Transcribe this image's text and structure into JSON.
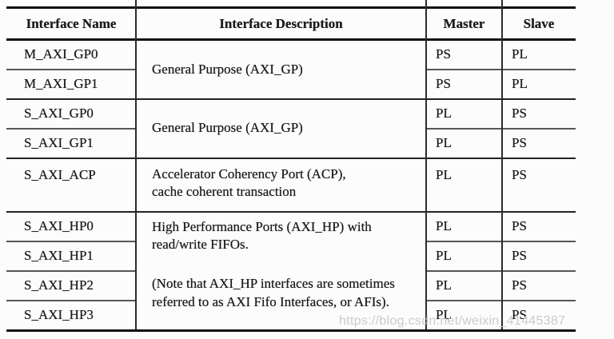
{
  "colors": {
    "background": "#fcfcfc",
    "text": "#1b1b1f",
    "rule_heavy": "#101010",
    "rule_group": "#232323",
    "rule_thin": "#575757",
    "watermark": "#cbcbcb"
  },
  "watermark": {
    "text": "https://blog.csdn.net/weixin_41445387"
  },
  "table": {
    "headers": {
      "name": "Interface Name",
      "description": "Interface Description",
      "master": "Master",
      "slave": "Slave"
    },
    "rows": [
      {
        "name": "M_AXI_GP0",
        "master": "PS",
        "slave": "PL"
      },
      {
        "name": "M_AXI_GP1",
        "master": "PS",
        "slave": "PL"
      },
      {
        "name": "S_AXI_GP0",
        "master": "PL",
        "slave": "PS"
      },
      {
        "name": "S_AXI_GP1",
        "master": "PL",
        "slave": "PS"
      },
      {
        "name": "S_AXI_ACP",
        "master": "PL",
        "slave": "PS"
      },
      {
        "name": "S_AXI_HP0",
        "master": "PL",
        "slave": "PS"
      },
      {
        "name": "S_AXI_HP1",
        "master": "PL",
        "slave": "PS"
      },
      {
        "name": "S_AXI_HP2",
        "master": "PL",
        "slave": "PS"
      },
      {
        "name": "S_AXI_HP3",
        "master": "PL",
        "slave": "PS"
      }
    ],
    "descriptions": {
      "gp_master": "General Purpose (AXI_GP)",
      "gp_slave": "General Purpose (AXI_GP)",
      "acp_line1": "Accelerator Coherency Port (ACP),",
      "acp_line2": "cache coherent transaction",
      "hp_para1": "High Performance Ports (AXI_HP) with read/write FIFOs.",
      "hp_para2": "(Note that AXI_HP interfaces are sometimes referred to as AXI Fifo Interfaces, or AFIs)."
    }
  }
}
